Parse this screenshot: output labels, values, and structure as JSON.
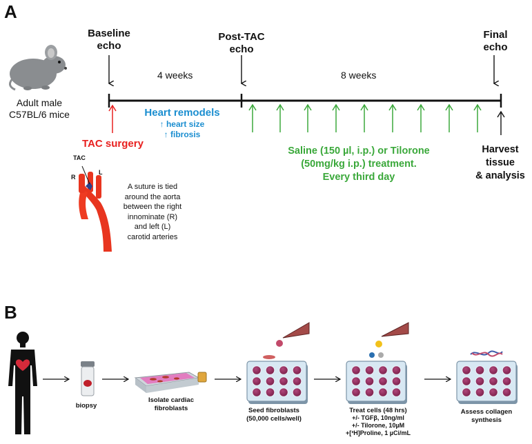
{
  "panel_a": {
    "letter": "A",
    "mouse_label": [
      "Adult male",
      "C57BL/6 mice"
    ],
    "timepoints": {
      "baseline": [
        "Baseline",
        "echo"
      ],
      "post_tac": [
        "Post-TAC",
        "echo"
      ],
      "final": [
        "Final",
        "echo"
      ]
    },
    "durations": {
      "first": "4 weeks",
      "second": "8 weeks"
    },
    "tac_surgery": "TAC surgery",
    "heart_remodels": {
      "title": "Heart remodels",
      "line1": "↑ heart size",
      "line2": "↑ fibrosis"
    },
    "treatment": [
      "Saline (150 µl, i.p.) or Tilorone",
      "(50mg/kg i.p.) treatment.",
      "Every third day"
    ],
    "harvest": [
      "Harvest",
      "tissue",
      "& analysis"
    ],
    "aorta_labels": {
      "tac": "TAC",
      "r": "R",
      "l": "L"
    },
    "suture_note": [
      "A suture is tied",
      "around the aorta",
      "between the right",
      "innominate (R)",
      "and left (L)",
      "carotid arteries"
    ],
    "colors": {
      "red": "#e8201f",
      "blue": "#1b8ed0",
      "green": "#3aa83a"
    }
  },
  "panel_b": {
    "letter": "B",
    "steps": {
      "biopsy": "biopsy",
      "isolate": [
        "Isolate cardiac",
        "fibroblasts"
      ],
      "seed": [
        "Seed fibroblasts",
        "(50,000 cells/well)"
      ],
      "treat": [
        "Treat cells (48 hrs)",
        "+/- TGFβ, 10ng/ml",
        "+/- Tilorone, 10µM",
        "+[³H]Proline, 1 µCi/mL"
      ],
      "assess": [
        "Assess collagen",
        "synthesis"
      ]
    }
  }
}
